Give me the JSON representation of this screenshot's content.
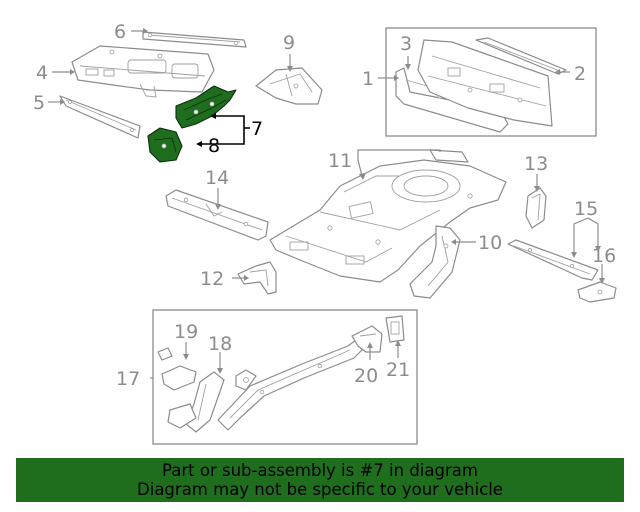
{
  "callouts": {
    "c1": "1",
    "c2": "2",
    "c3": "3",
    "c4": "4",
    "c5": "5",
    "c6": "6",
    "c7": "7",
    "c8": "8",
    "c9": "9",
    "c10": "10",
    "c11": "11",
    "c12": "12",
    "c13": "13",
    "c14": "14",
    "c15": "15",
    "c16": "16",
    "c17": "17",
    "c18": "18",
    "c19": "19",
    "c20": "20",
    "c21": "21"
  },
  "highlighted_part": "7",
  "colors": {
    "highlight": "#1e6e1e",
    "banner_background": "#1e6e1e",
    "outline": "#8c8c8c"
  },
  "banner": {
    "line1": "Part or sub-assembly is #7 in diagram",
    "line2": "Diagram may not be specific to your vehicle"
  }
}
